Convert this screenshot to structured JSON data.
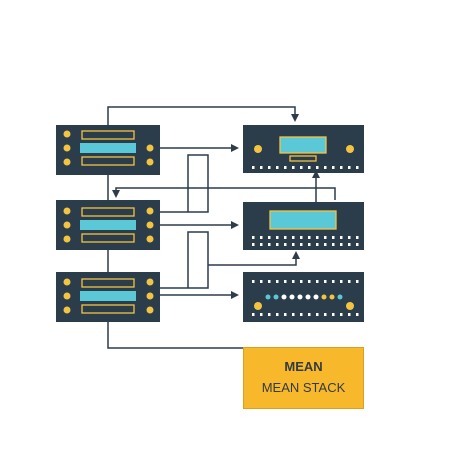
{
  "colors": {
    "panel": "#2b3c4b",
    "accent_cyan": "#5bc8d8",
    "accent_yellow": "#f3c441",
    "connector": "#2b3c4b",
    "stack_box": "#f7b92b"
  },
  "icons": [
    "server-panel",
    "monitor-panel",
    "led-strip-panel",
    "arrow-connector"
  ],
  "stack_box": {
    "title": "MEAN",
    "subtitle": "MEAN STACK"
  }
}
